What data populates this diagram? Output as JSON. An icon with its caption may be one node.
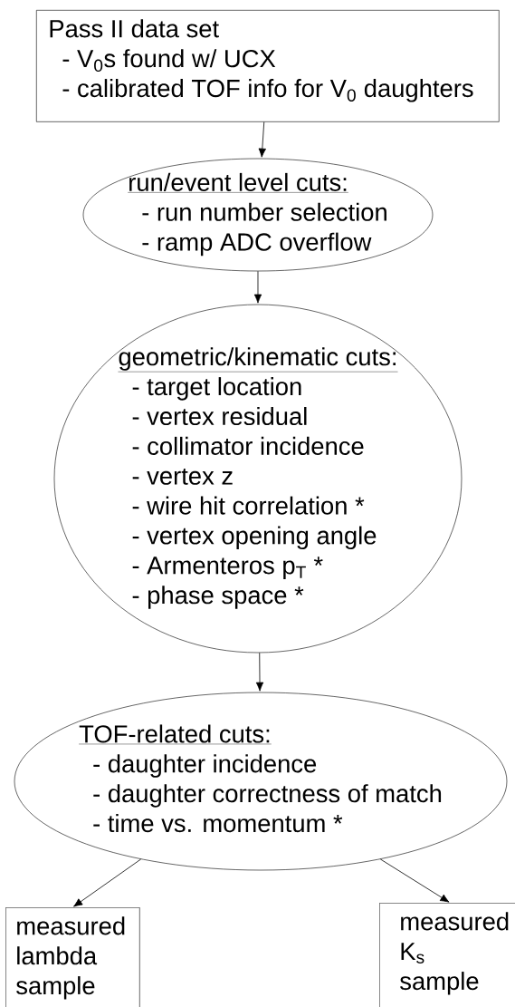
{
  "diagram": {
    "nodes": [
      {
        "text": [
          "Pass II data set",
          "- V$_{0}$s found w/ UCX",
          "- calibrated TOF info for V$_{0}$ daughters"
        ]
      },
      {
        "text": [
          "run/event level cuts:",
          "- run number selection",
          "- ramp ADC overflow"
        ]
      },
      {
        "text": [
          "geometric/kinematic cuts:",
          "- target location",
          "- vertex residual",
          "- collimator incidence",
          "- vertex z",
          "- wire hit correlation *",
          "- vertex opening angle",
          "- Armenteros p$_{T}$ *",
          "- phase space *"
        ]
      },
      {
        "text": [
          "TOF-related cuts:",
          "- daughter incidence",
          "- daughter correctness of match",
          "- time vs. momentum *"
        ]
      },
      {
        "text": [
          "measured lambda sample"
        ]
      },
      {
        "text": [
          "measured K$_{s}$ sample"
        ]
      }
    ],
    "edges": [
      {
        "from": 0,
        "to": 1,
        "arrow": "to"
      },
      {
        "from": 1,
        "to": 2,
        "arrow": "to"
      },
      {
        "from": 2,
        "to": 3,
        "arrow": "to"
      },
      {
        "from": 3,
        "to": 4,
        "arrow": "to"
      },
      {
        "from": 3,
        "to": 5,
        "arrow": "to"
      }
    ]
  }
}
